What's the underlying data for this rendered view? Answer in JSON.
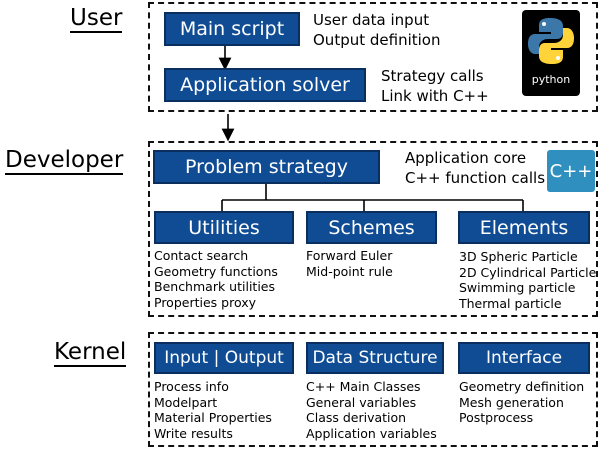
{
  "layers": {
    "user": "User",
    "developer": "Developer",
    "kernel": "Kernel"
  },
  "user": {
    "main_script": "Main script",
    "main_script_desc": [
      "User data input",
      "Output definition"
    ],
    "app_solver": "Application solver",
    "app_solver_desc": [
      "Strategy calls",
      "Link with C++"
    ],
    "python_logo_text": "python"
  },
  "developer": {
    "problem_strategy": "Problem strategy",
    "problem_strategy_desc": [
      "Application core",
      "C++ function calls"
    ],
    "cpp_logo_text": "C++",
    "modules": [
      {
        "title": "Utilities",
        "items": [
          "Contact search",
          "Geometry functions",
          "Benchmark utilities",
          "Properties proxy"
        ]
      },
      {
        "title": "Schemes",
        "items": [
          "Forward Euler",
          "Mid-point rule"
        ]
      },
      {
        "title": "Elements",
        "items": [
          "3D Spheric Particle",
          "2D Cylindrical Particle",
          "Swimming particle",
          "Thermal particle"
        ]
      }
    ]
  },
  "kernel": {
    "modules": [
      {
        "title": "Input | Output",
        "items": [
          "Process info",
          "Modelpart",
          "Material Properties",
          "Write results"
        ]
      },
      {
        "title": "Data Structure",
        "items": [
          "C++ Main Classes",
          "General variables",
          "Class derivation",
          "Application variables"
        ]
      },
      {
        "title": "Interface",
        "items": [
          "Geometry definition",
          "Mesh generation",
          "Postprocess"
        ]
      }
    ]
  },
  "colors": {
    "box_blue": "#0f4c94",
    "cpp_teal": "#2f8fbf",
    "python_blue": "#3b77a8",
    "python_yellow": "#ffd43b"
  }
}
